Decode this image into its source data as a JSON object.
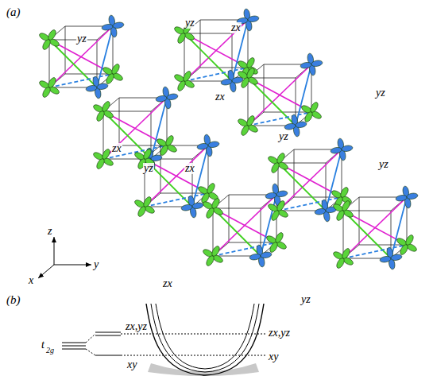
{
  "diagram": {
    "labels": [
      "(a)",
      "yz",
      "yz",
      "zx",
      "zx",
      "zx",
      "yz",
      "yz",
      "zx",
      "yz",
      "yz",
      "zx",
      "yz",
      "z",
      "y",
      "x",
      "(b)",
      "t",
      "2g",
      "zx,yz",
      "xy",
      "zx,yz",
      "xy"
    ]
  }
}
